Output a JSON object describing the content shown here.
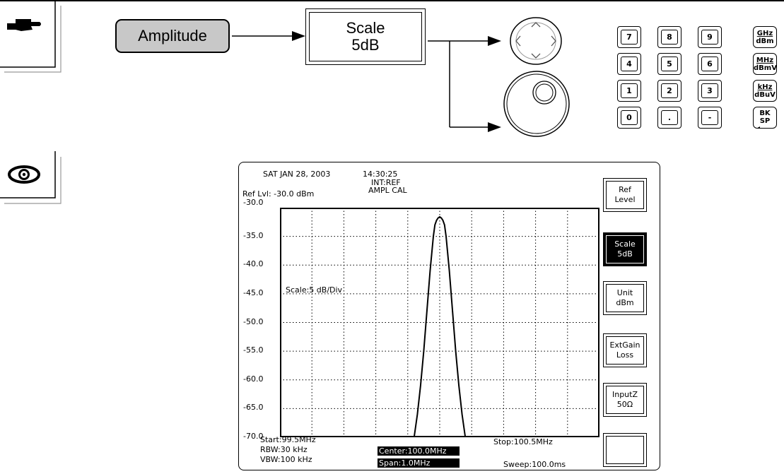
{
  "flow": {
    "amplitude_key": "Amplitude",
    "scale_key_line1": "Scale",
    "scale_key_line2": "5dB"
  },
  "keypad": {
    "digits": [
      "7",
      "8",
      "9",
      "4",
      "5",
      "6",
      "1",
      "2",
      "3",
      "0",
      ".",
      "-"
    ],
    "units": [
      {
        "top": "GHz",
        "bottom": "dBm"
      },
      {
        "top": "MHz",
        "bottom": "dBmV"
      },
      {
        "top": "kHz",
        "bottom": "dBuV"
      }
    ],
    "backspace": "BK SP"
  },
  "screen": {
    "date": "SAT JAN 28,  2003",
    "time": "14:30:25",
    "int_ref": "INT:REF",
    "ampl_cal": "AMPL   CAL",
    "ref_level": "Ref Lvl: -30.0 dBm",
    "scale_note": "Scale:5 dB/Div",
    "y_ticks": [
      "-30.0",
      "-35.0",
      "-40.0",
      "-45.0",
      "-50.0",
      "-55.0",
      "-60.0",
      "-65.0",
      "-70.0"
    ],
    "start": "Start:99.5MHz",
    "rbw": "RBW:30 kHz",
    "vbw": "VBW:100 kHz",
    "center": "Center:100.0MHz",
    "span": "Span:1.0MHz",
    "stop": "Stop:100.5MHz",
    "sweep": "Sweep:100.0ms",
    "softkeys": [
      {
        "line1": "Ref",
        "line2": "Level",
        "selected": false
      },
      {
        "line1": "Scale",
        "line2": "5dB",
        "selected": true
      },
      {
        "line1": "Unit",
        "line2": "dBm",
        "selected": false
      },
      {
        "line1": "ExtGain",
        "line2": "Loss",
        "selected": false
      },
      {
        "line1": "InputZ",
        "line2": "50Ω",
        "selected": false
      },
      {
        "line1": "",
        "line2": "",
        "selected": false
      }
    ]
  },
  "chart_data": {
    "type": "line",
    "x_range": [
      99.5,
      100.5
    ],
    "ylim": [
      -70,
      -30
    ],
    "grid": true,
    "x": [
      99.92,
      99.93,
      99.94,
      99.95,
      99.96,
      99.97,
      99.975,
      99.98,
      99.985,
      99.99,
      99.995,
      100.0,
      100.005,
      100.01,
      100.015,
      100.02,
      100.025,
      100.03,
      100.04,
      100.05,
      100.06,
      100.07,
      100.08
    ],
    "y": [
      -70,
      -66,
      -61,
      -55,
      -48,
      -41,
      -38,
      -35,
      -33,
      -32.2,
      -31.8,
      -31.6,
      -31.8,
      -32.2,
      -33,
      -35,
      -38,
      -41,
      -48,
      -55,
      -61,
      -66,
      -70
    ]
  }
}
